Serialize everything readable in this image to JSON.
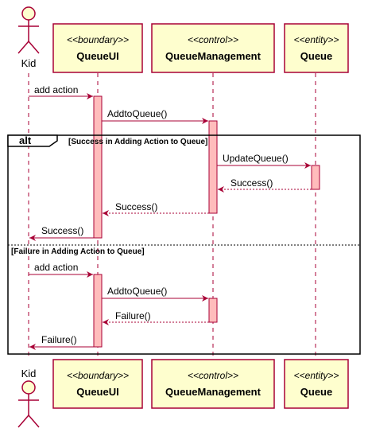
{
  "participants": [
    {
      "id": "kid",
      "type": "actor",
      "name": "Kid"
    },
    {
      "id": "ui",
      "type": "participant",
      "stereotype": "<<boundary>>",
      "name": "QueueUI"
    },
    {
      "id": "mgmt",
      "type": "participant",
      "stereotype": "<<control>>",
      "name": "QueueManagement"
    },
    {
      "id": "queue",
      "type": "participant",
      "stereotype": "<<entity>>",
      "name": "Queue"
    }
  ],
  "alt_fragment": {
    "keyword": "alt",
    "guards": [
      "[Success in Adding Action to Queue]",
      "[Failure in Adding Action to Queue]"
    ]
  },
  "messages": [
    {
      "label": "add action",
      "from": "kid",
      "to": "ui",
      "kind": "sync"
    },
    {
      "label": "AddtoQueue()",
      "from": "ui",
      "to": "mgmt",
      "kind": "sync"
    },
    {
      "label": "UpdateQueue()",
      "from": "mgmt",
      "to": "queue",
      "kind": "sync"
    },
    {
      "label": "Success()",
      "from": "queue",
      "to": "mgmt",
      "kind": "return"
    },
    {
      "label": "Success()",
      "from": "mgmt",
      "to": "ui",
      "kind": "return"
    },
    {
      "label": "Success()",
      "from": "ui",
      "to": "kid",
      "kind": "sync"
    },
    {
      "label": "add action",
      "from": "kid",
      "to": "ui",
      "kind": "sync"
    },
    {
      "label": "AddtoQueue()",
      "from": "ui",
      "to": "mgmt",
      "kind": "sync"
    },
    {
      "label": "Failure()",
      "from": "mgmt",
      "to": "ui",
      "kind": "return"
    },
    {
      "label": "Failure()",
      "from": "ui",
      "to": "kid",
      "kind": "sync"
    }
  ],
  "colors": {
    "participant_fill": "#FEFECE",
    "participant_border": "#A80036",
    "activation_fill": "#FFBCBC",
    "arrow": "#A80036",
    "fragment_border": "#000000"
  }
}
